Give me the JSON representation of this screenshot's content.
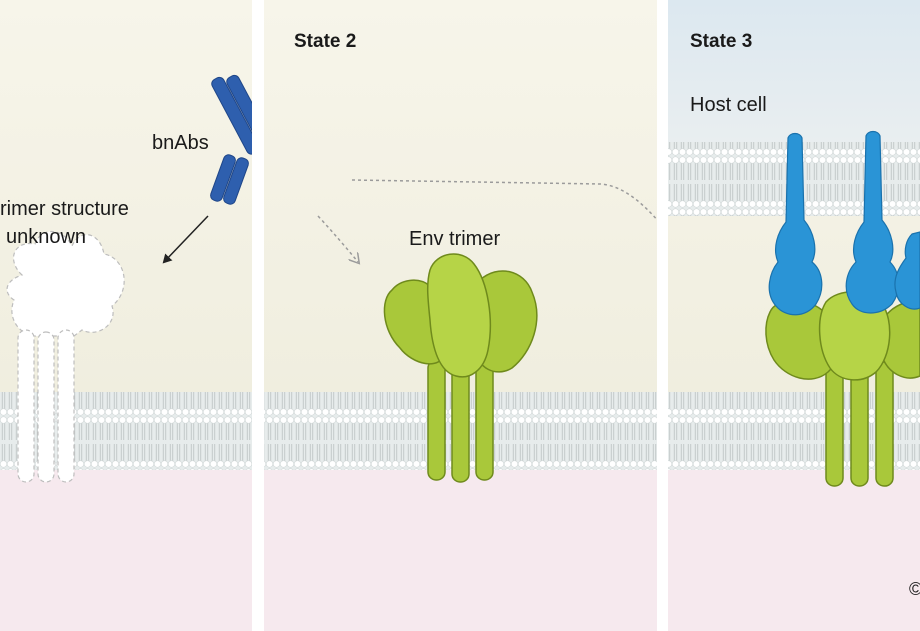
{
  "panels": [
    {
      "id": "panel-1",
      "title": "",
      "caption_lines": [
        "rimer structure",
        "unknown"
      ]
    },
    {
      "id": "panel-2",
      "title": "State 2",
      "caption": "Env trimer"
    },
    {
      "id": "panel-3",
      "title": "State 3",
      "caption": "Host cell"
    }
  ],
  "antibody_label": "bnAbs",
  "corner_mark": "©",
  "colors": {
    "membrane_head": "#ffffff",
    "membrane_tail": "#cfd5d5",
    "cytoplasm": "#f3e4ea",
    "extracellular": "#f4f1e2",
    "host_sky": "#dde8ef",
    "env_green": "#a9c83a",
    "env_green_dark": "#6f8a1c",
    "antibody_blue": "#2e5fae",
    "bound_blue": "#2a94d6",
    "unknown_white": "#ffffff"
  }
}
